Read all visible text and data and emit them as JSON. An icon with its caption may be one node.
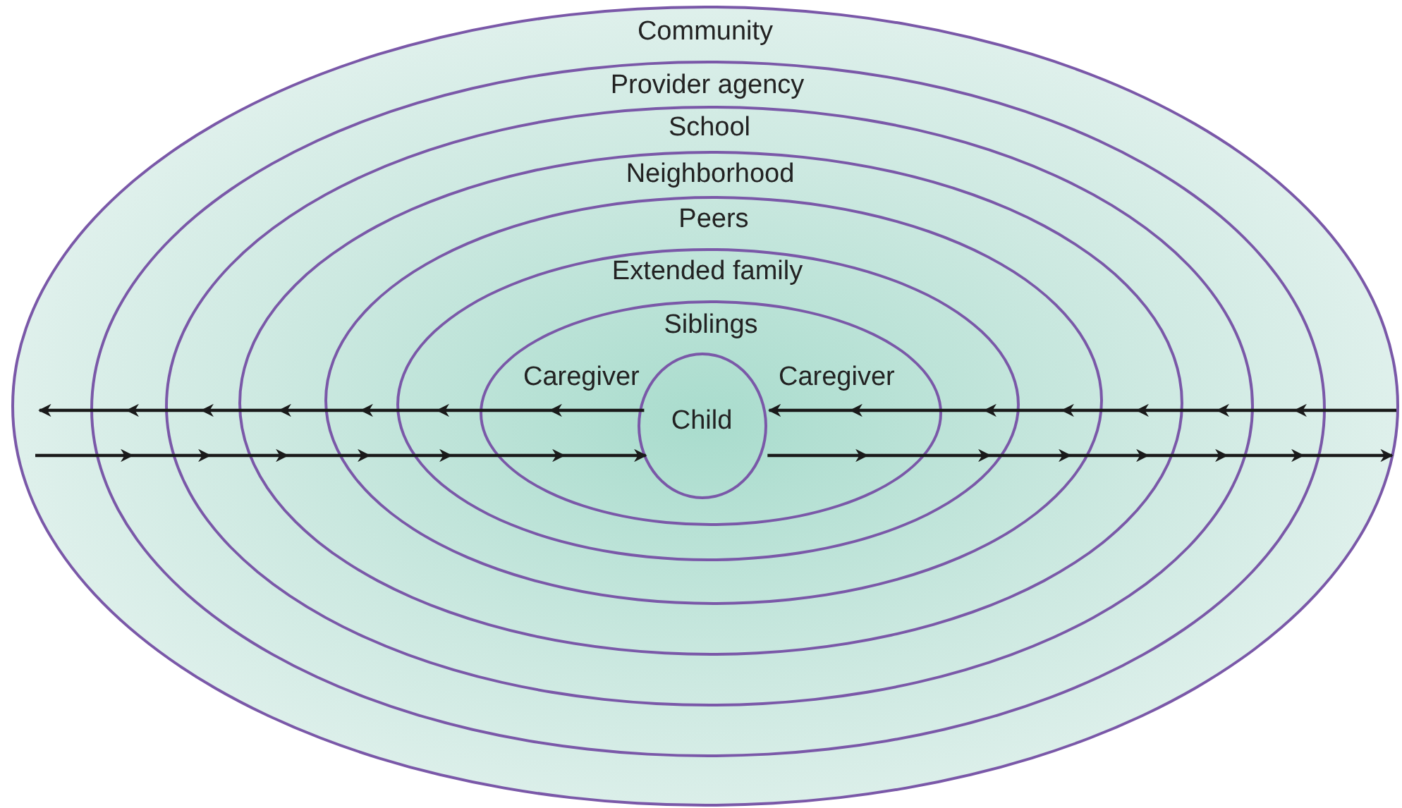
{
  "diagram": {
    "nodes": [
      {
        "text": [
          "Community"
        ]
      },
      {
        "text": [
          "Provider agency"
        ],
        "in": 0
      },
      {
        "text": [
          "School"
        ],
        "in": 1
      },
      {
        "text": [
          "Neighborhood"
        ],
        "in": 2
      },
      {
        "text": [
          "Peers"
        ],
        "in": 3
      },
      {
        "text": [
          "Extended family"
        ],
        "in": 4
      },
      {
        "text": [
          "Siblings"
        ],
        "in": 5
      },
      {
        "text": [
          "Child"
        ],
        "in": 6
      }
    ],
    "edges": [
      {
        "from": 7,
        "to": null,
        "arrow": "to"
      },
      {
        "from": null,
        "to": 7,
        "arrow": "to"
      },
      {
        "from": null,
        "to": 7,
        "arrow": "to"
      },
      {
        "from": 7,
        "to": null,
        "arrow": "to"
      }
    ],
    "labels": [
      "Caregiver",
      "Caregiver"
    ]
  }
}
